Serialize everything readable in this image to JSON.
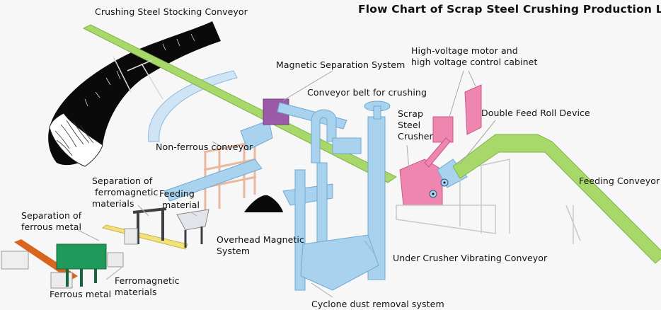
{
  "title": "Flow Chart of Scrap Steel Crushing Production Line",
  "colors": {
    "background": "#f7f7f8",
    "conveyor_green": "#a8d86a",
    "conveyor_green_dark": "#7fb548",
    "stockpile_black": "#0a0a0a",
    "cyclone_blue": "#a9d2ee",
    "cyclone_blue_dark": "#6fa9d3",
    "crusher_pink": "#ee86b0",
    "magnet_purple": "#9a5aa8",
    "overhead_frame_salmon": "#e8b9a0",
    "separator_green": "#1f9a5a",
    "conveyor_yellow": "#f2e27a",
    "conveyor_orange": "#d8641e",
    "frame_dark": "#3c3f44",
    "leader_line": "#9a9a9a"
  },
  "labels": {
    "crushing_steel_stocking_conveyor": "Crushing Steel Stocking Conveyor",
    "magnetic_separation_system": "Magnetic Separation System",
    "high_voltage_motor": "High-voltage motor and\nhigh voltage control cabinet",
    "conveyor_belt_for_crushing": "Conveyor belt for crushing",
    "scrap_steel_crusher": "Scrap\nSteel\nCrusher",
    "double_feed_roll_device": "Double Feed Roll Device",
    "non_ferrous_conveyor": "Non-ferrous conveyor",
    "separation_of_ferromagnetic_materials": "Separation of\n ferromagnetic\nmaterials",
    "feeding_material": "Feeding\n material",
    "feeding_conveyor": "Feeding Conveyor",
    "separation_of_ferrous_metal": "Separation of\nferrous metal",
    "overhead_magnetic_system": "Overhead Magnetic\nSystem",
    "under_crusher_vibrating_conveyor": "Under Crusher Vibrating Conveyor",
    "ferromagnetic_materials": "Ferromagnetic\nmaterials",
    "ferrous_metal": "Ferrous metal",
    "cyclone_dust_removal_system": "Cyclone dust removal system"
  }
}
